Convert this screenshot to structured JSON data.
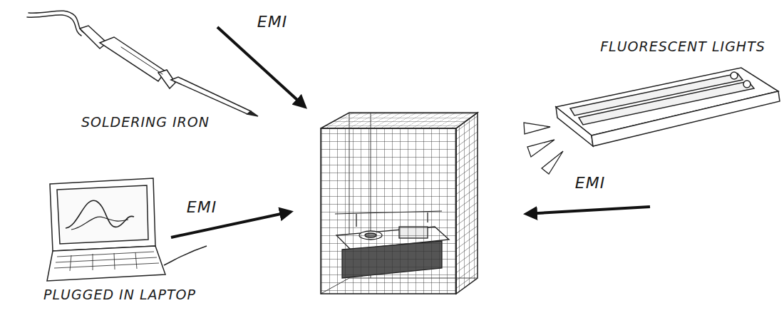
{
  "diagram": {
    "labels": [
      "EMI",
      "FLUORESCENT LIGHTS",
      "SOLDERING IRON",
      "EMI",
      "EMI",
      "PLUGGED IN LAPTOP"
    ]
  }
}
